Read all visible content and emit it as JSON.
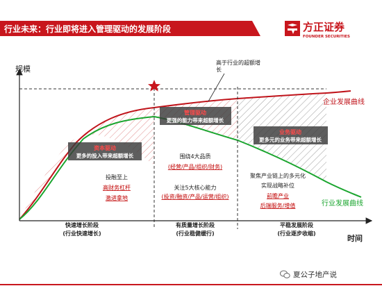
{
  "header": {
    "title": "行业未来：行业即将进入管理驱动的发展阶段",
    "brand_cn": "方正证券",
    "brand_en": "FOUNDER SECURITIES"
  },
  "axes": {
    "y_label": "规模",
    "x_label": "时间"
  },
  "curves": {
    "enterprise": "企业发展曲线",
    "industry": "行业发展曲线",
    "excess_note_line1": "高于行业的超额增",
    "excess_note_line2": "长"
  },
  "badges": {
    "capital": {
      "title": "资本驱动",
      "subtitle": "更多的投入带来超额增长"
    },
    "management": {
      "title": "管理驱动",
      "subtitle": "更强的能力带来超额增长"
    },
    "business": {
      "title": "业务驱动",
      "subtitle": "更多元的业务带来超额增长"
    }
  },
  "phase1": {
    "line1": "投融至上",
    "line2": "高财务杠杆",
    "line3": "激进拿地"
  },
  "phase2": {
    "focus_title": "围绕4大品质",
    "focus_detail": "(经营/产品/组织/财务)",
    "core_title": "关注5大核心能力",
    "core_detail": "(投资/融资/产品/运营/组织)"
  },
  "phase3": {
    "line1": "聚焦产业链上的多元化",
    "line2": "实现战略补位",
    "line3": "前瞻产业",
    "line4": "后端服务/增值"
  },
  "stages": [
    {
      "name": "快速增长阶段",
      "sub": "(行业快速增长)"
    },
    {
      "name": "有质量增长阶段",
      "sub": "(行业稳健缓行)"
    },
    {
      "name": "平稳发展阶段",
      "sub": "(行业逐步收缩)"
    }
  ],
  "watermark": "夏公子地产说",
  "colors": {
    "header_red": "#c8161d",
    "enterprise_curve": "#c0141b",
    "industry_curve": "#1aa52e",
    "link_red": "#c00000",
    "badge_dark": "#333333"
  }
}
